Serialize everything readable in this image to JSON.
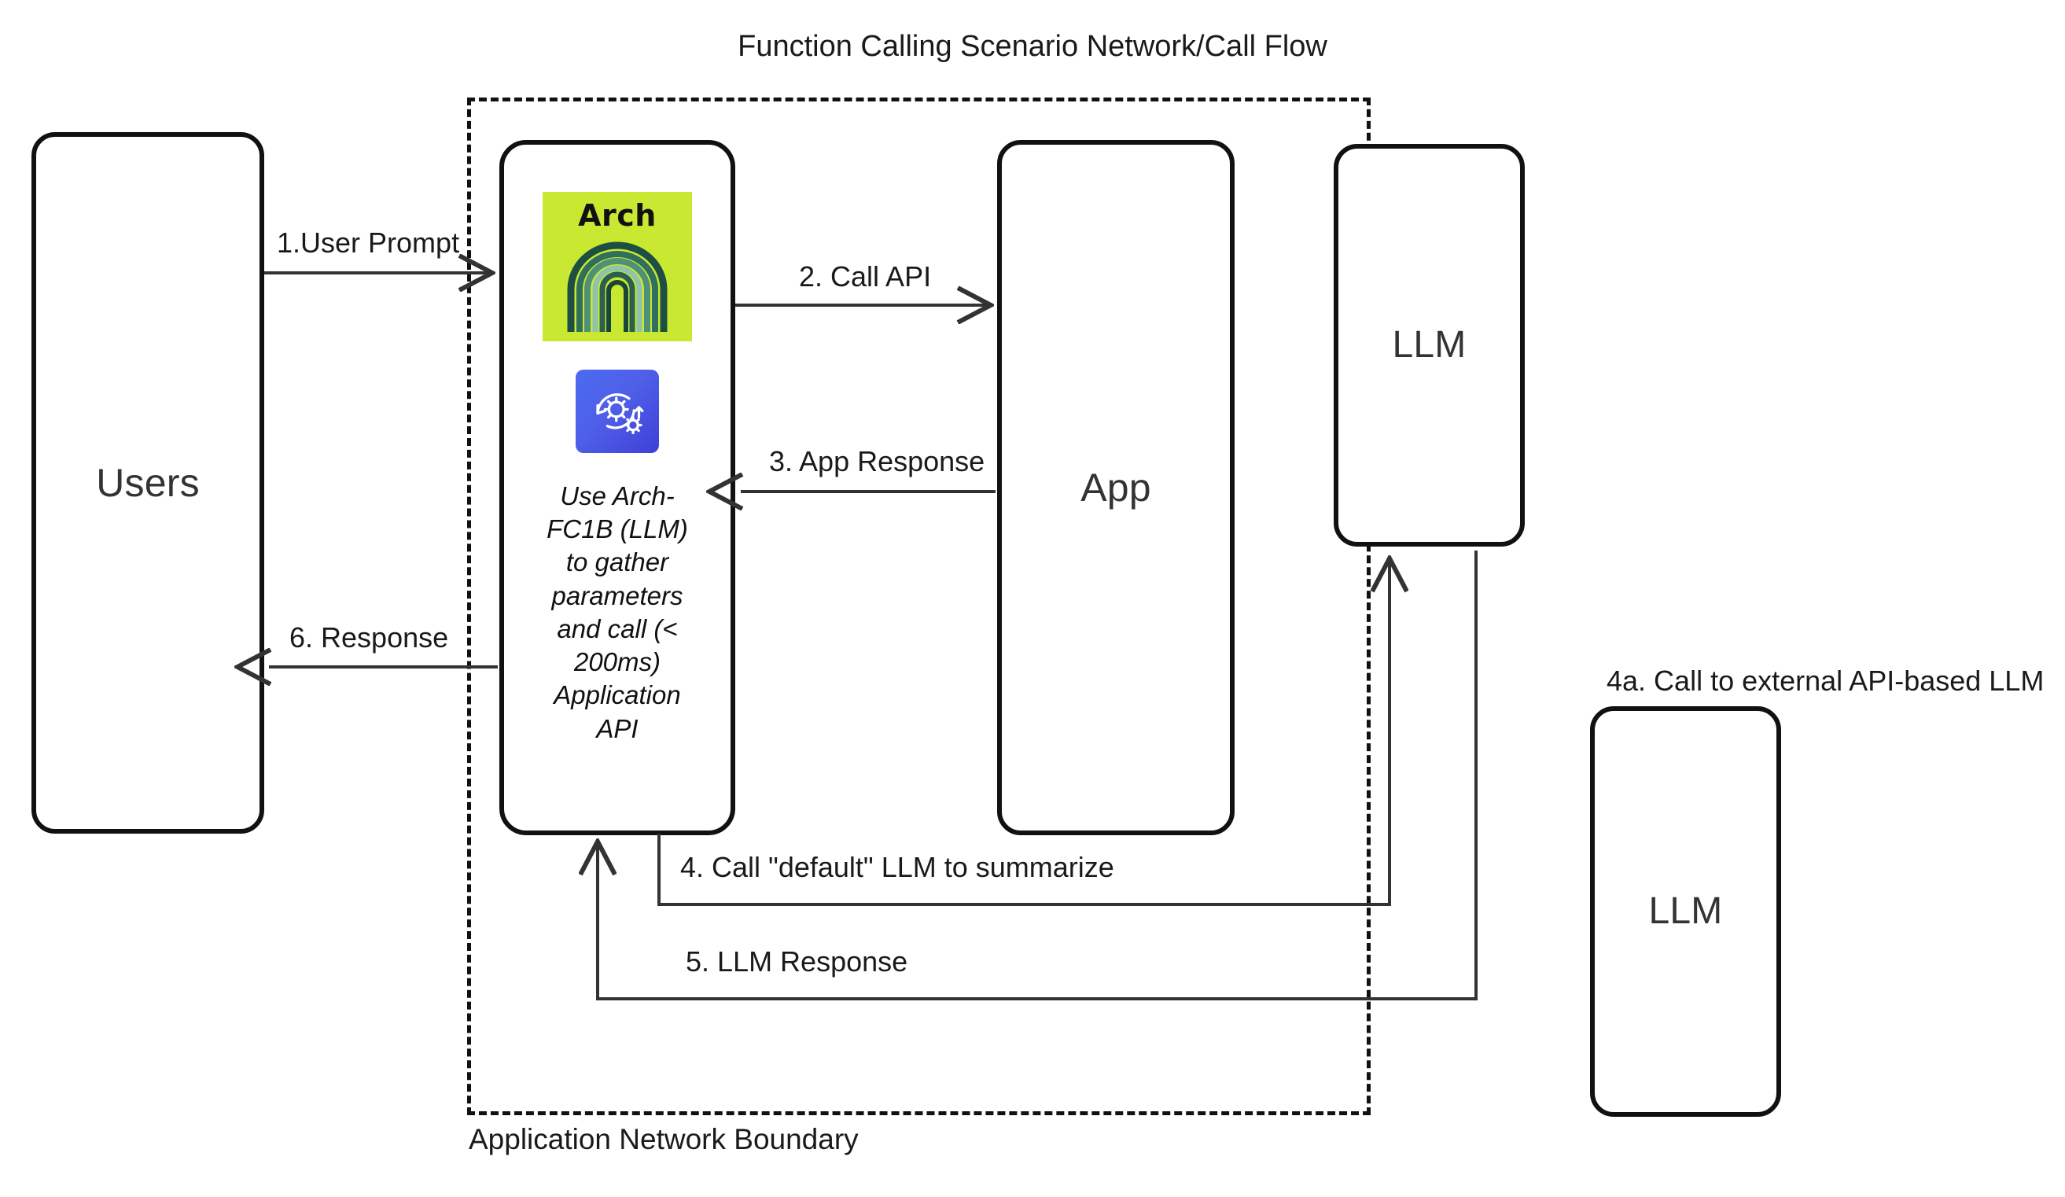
{
  "diagram": {
    "title": "Function Calling Scenario Network/Call Flow",
    "boundary_label": "Application Network Boundary",
    "boundary_style": "dashed",
    "colors": {
      "node_border": "#111111",
      "node_fill": "#ffffff",
      "arch_logo_bg": "#c9e832",
      "gear_badge_bg": "#4a5bea",
      "text": "#1a1a1a"
    }
  },
  "nodes": {
    "users": {
      "label": "Users"
    },
    "arch": {
      "logo_text": "Arch",
      "logo_icon": "arch-rainbow-icon",
      "badge_icon": "gears-sync-icon",
      "note": "Use Arch-FC1B (LLM) to gather parameters and call (< 200ms) Application API"
    },
    "app": {
      "label": "App"
    },
    "llm_internal": {
      "label": "LLM"
    },
    "llm_external": {
      "label": "LLM"
    }
  },
  "edges": [
    {
      "id": "1",
      "label": "1.User Prompt",
      "from": "users",
      "to": "arch",
      "direction": "right"
    },
    {
      "id": "2",
      "label": "2. Call API",
      "from": "arch",
      "to": "app",
      "direction": "right"
    },
    {
      "id": "3",
      "label": "3. App Response",
      "from": "app",
      "to": "arch",
      "direction": "left"
    },
    {
      "id": "4",
      "label": "4. Call \"default\" LLM to summarize",
      "from": "arch",
      "to": "llm_internal",
      "direction": "up"
    },
    {
      "id": "5",
      "label": "5. LLM Response",
      "from": "llm_internal",
      "to": "arch",
      "direction": "up"
    },
    {
      "id": "6",
      "label": "6.  Response",
      "from": "arch",
      "to": "users",
      "direction": "left"
    },
    {
      "id": "4a",
      "label": "4a. Call to external API-based LLM",
      "from": "llm_internal",
      "to": "llm_external",
      "direction": "none"
    }
  ]
}
